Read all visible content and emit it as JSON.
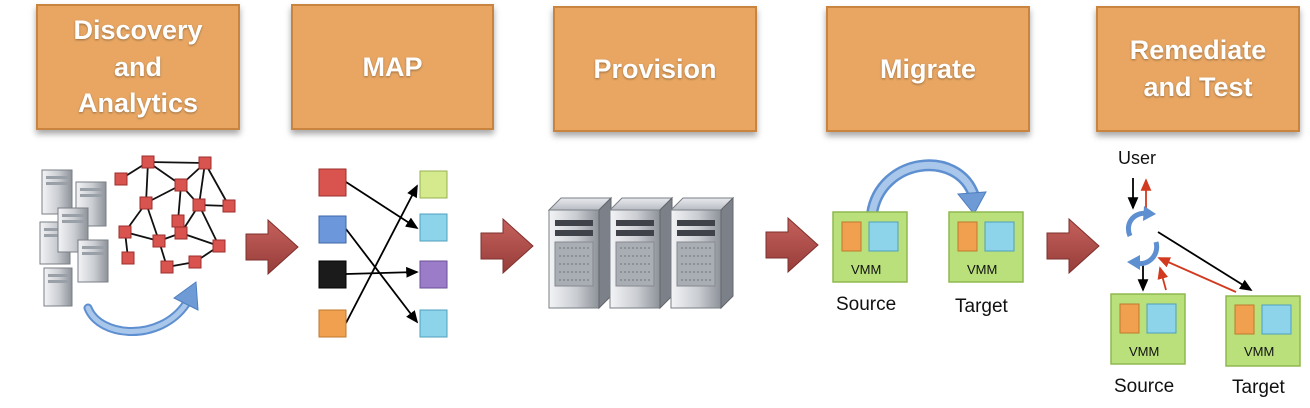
{
  "stages": [
    {
      "label": "Discovery\nand\nAnalytics"
    },
    {
      "label": "MAP"
    },
    {
      "label": "Provision"
    },
    {
      "label": "Migrate"
    },
    {
      "label": "Remediate\nand Test"
    }
  ],
  "migrate": {
    "source_vmm": "VMM",
    "target_vmm": "VMM",
    "source_label": "Source",
    "target_label": "Target"
  },
  "remediate": {
    "user_label": "User",
    "source_vmm": "VMM",
    "target_vmm": "VMM",
    "source_label": "Source",
    "target_label": "Target"
  },
  "colors": {
    "stage_fill": "#e8a662",
    "stage_border": "#c98540",
    "flow_arrow": "#b5514d",
    "vmm_fill": "#b9e07a",
    "vmm_border": "#8fb850",
    "vm_orange": "#f0a04e",
    "vm_blue": "#8dd3ea",
    "network_node": "#d9534f",
    "return_arrow": "#d23a1f"
  }
}
